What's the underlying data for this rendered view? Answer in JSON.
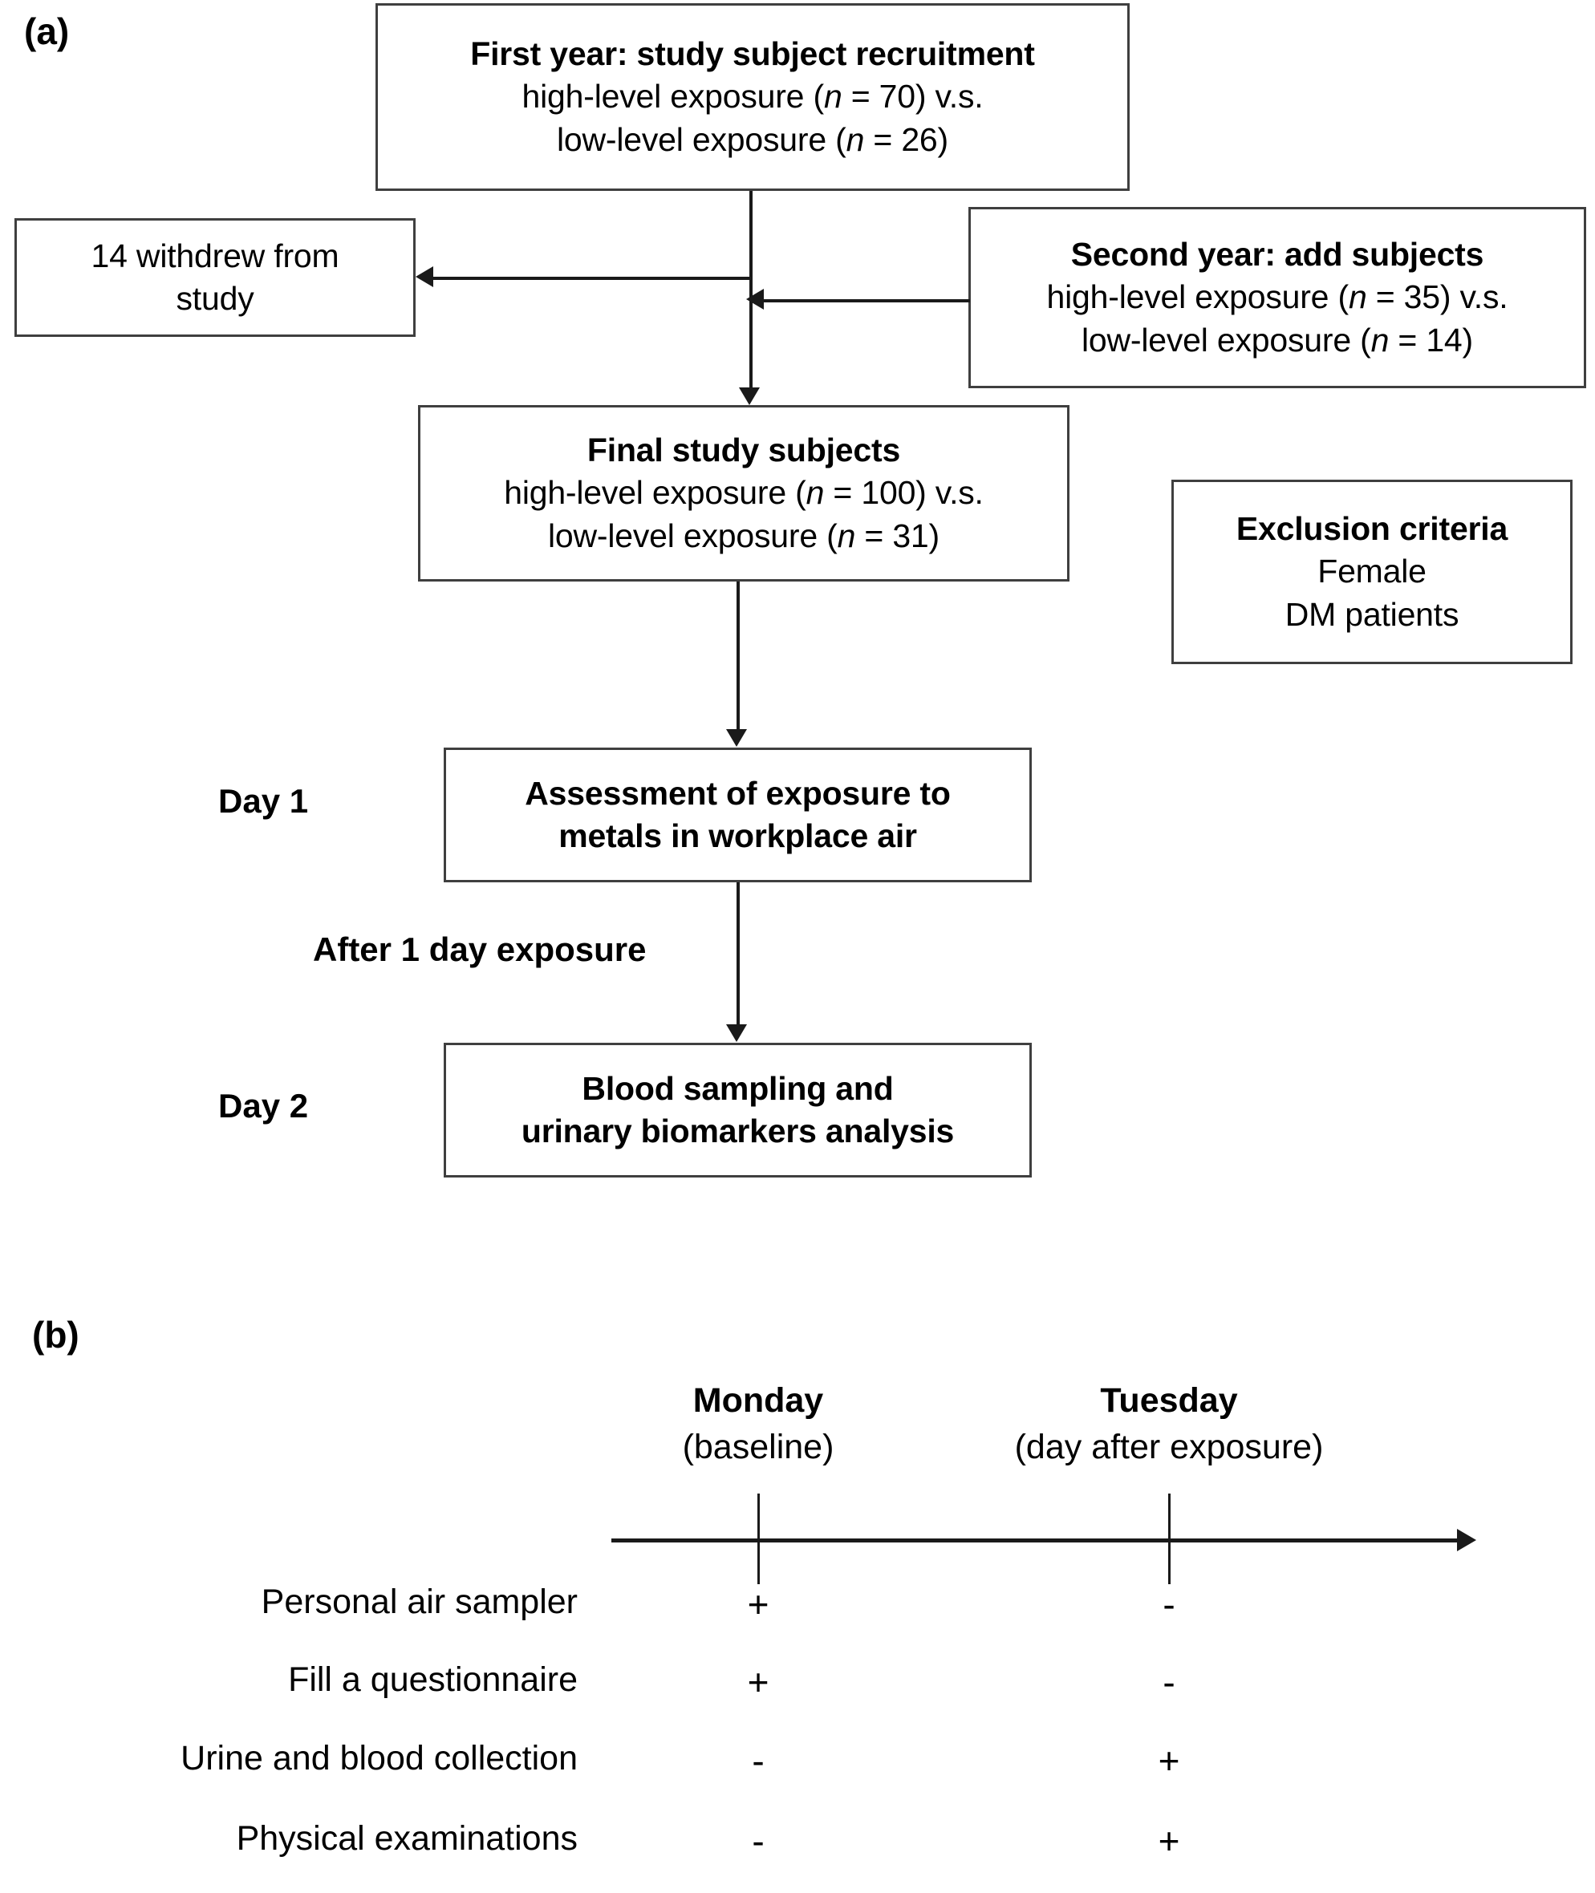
{
  "panels": {
    "a_label": "(a)",
    "b_label": "(b)"
  },
  "flowchart": {
    "first_year": {
      "title": "First year: study subject recruitment",
      "line1_pre": "high-level exposure (",
      "line1_n": "n",
      "line1_post": " = 70) v.s.",
      "line2_pre": "low-level exposure (",
      "line2_n": "n",
      "line2_post": " = 26)"
    },
    "withdrew": {
      "line1": "14 withdrew from",
      "line2": "study"
    },
    "second_year": {
      "title": "Second year: add subjects",
      "line1_pre": "high-level exposure (",
      "line1_n": "n",
      "line1_post": " = 35) v.s.",
      "line2_pre": "low-level exposure (",
      "line2_n": "n",
      "line2_post": " = 14)"
    },
    "final_subjects": {
      "title": "Final study subjects",
      "line1_pre": "high-level exposure (",
      "line1_n": "n",
      "line1_post": " = 100) v.s.",
      "line2_pre": "low-level exposure (",
      "line2_n": "n",
      "line2_post": " = 31)"
    },
    "exclusion": {
      "title": "Exclusion criteria",
      "line1": "Female",
      "line2": "DM patients"
    },
    "day1_box": {
      "line1": "Assessment of exposure to",
      "line2": "metals in workplace air"
    },
    "day2_box": {
      "line1": "Blood sampling and",
      "line2": "urinary biomarkers analysis"
    },
    "day1_label": "Day 1",
    "day2_label": "Day 2",
    "between_days_label": "After 1 day exposure"
  },
  "timeline": {
    "columns": [
      {
        "day": "Monday",
        "sub": "(baseline)"
      },
      {
        "day": "Tuesday",
        "sub": "(day after exposure)"
      }
    ],
    "rows": [
      {
        "label": "Personal air sampler",
        "monday": "+",
        "tuesday": "-"
      },
      {
        "label": "Fill a questionnaire",
        "monday": "+",
        "tuesday": "-"
      },
      {
        "label": "Urine and blood collection",
        "monday": "-",
        "tuesday": "+"
      },
      {
        "label": "Physical examinations",
        "monday": "-",
        "tuesday": "+"
      }
    ]
  },
  "colors": {
    "line": "#1a1a1a",
    "box_border": "#3f3f3f",
    "background": "#ffffff",
    "text": "#000000"
  }
}
